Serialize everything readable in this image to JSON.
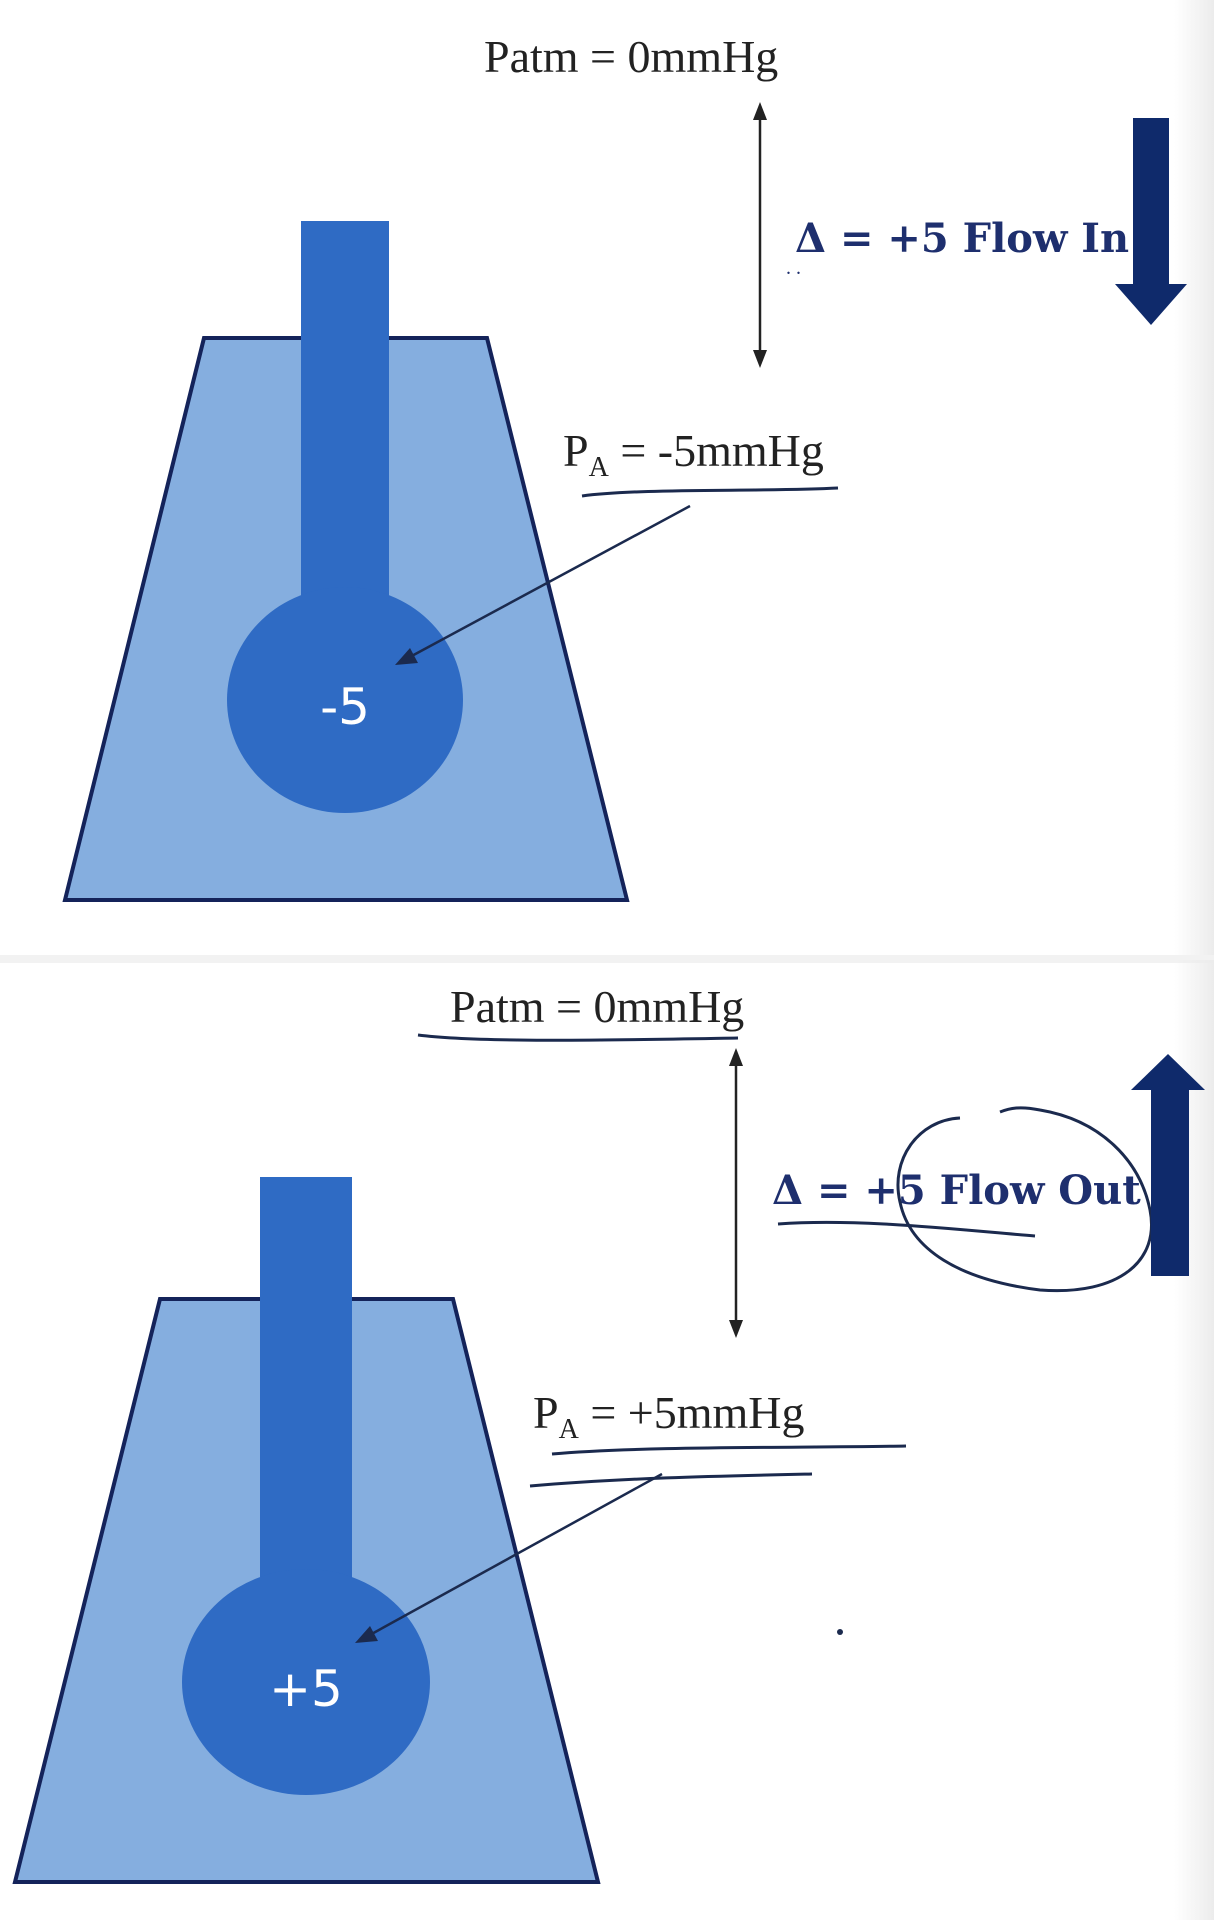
{
  "panels": [
    {
      "patm_label": "Patm = 0mmHg",
      "pa_sub": "A",
      "pa_value": " = -5mmHg",
      "delta_label": "Δ = +5 Flow In",
      "bulb_value": "-5",
      "flow_direction": "in"
    },
    {
      "patm_label": "Patm = 0mmHg",
      "pa_sub": "A",
      "pa_value": " = +5mmHg",
      "delta_label": "Δ = +5 Flow Out",
      "bulb_value": "+5",
      "flow_direction": "out"
    }
  ],
  "colors": {
    "flask_fill": "#85aedf",
    "flask_outline": "#14235a",
    "thermometer": "#2f6bc4",
    "flow_arrow": "#0f2a6b",
    "ink": "#1b2a4e",
    "text": "#222222"
  }
}
